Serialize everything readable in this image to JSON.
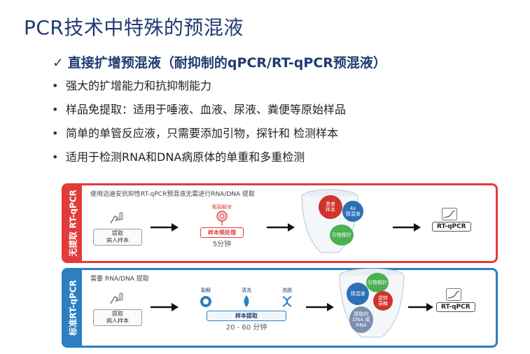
{
  "title": "PCR技术中特殊的预混液",
  "subtitle": {
    "check": "✓",
    "text": "直接扩增预混液（耐抑制的qPCR/RT-qPCR预混液）"
  },
  "bullets": [
    "强大的扩增能力和抗抑制能力",
    "样品免提取：适用于唾液、血液、尿液、粪便等原始样品",
    "简单的单管反应液，只需要添加引物，探针和 检测样本",
    "适用于检测RNA和DNA病原体的单重和多重检测"
  ],
  "panel_direct": {
    "side_label": "无提取 RT-qPCR",
    "header": "使用迈迪安抗抑性RT-qPCR预混液无需进行RNA/DNA 提取",
    "sample_label": "提取\n病人样本",
    "pretreat_top": "粗裂解液",
    "pretreat_box": "样本预处理",
    "time": "5分钟",
    "cup_bubbles": [
      "患者\n样本",
      "4x\n预混液",
      "引物探针"
    ],
    "result": "RT-qPCR",
    "colors": {
      "accent": "#e23b3b"
    }
  },
  "panel_standard": {
    "side_label": "标准RT-qPCR",
    "header": "需要 RNA/DNA 提取",
    "sample_label": "提取\n病人样本",
    "steps": [
      "裂解",
      "清洗",
      "洗脱"
    ],
    "extract_box": "样本提取",
    "time": "20 - 60 分钟",
    "cup_bubbles": [
      "引物探针",
      "预混液",
      "逆转\n录酶",
      "提取的\nDNA 或\nRNA"
    ],
    "result": "RT-qPCR",
    "colors": {
      "accent": "#2d7fc1"
    }
  }
}
